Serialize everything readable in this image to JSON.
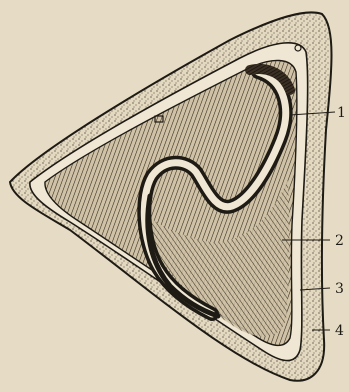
{
  "figure": {
    "background_color": "#e6dcc6",
    "ink_color": "#1e1a14",
    "callouts": [
      {
        "label": "1"
      },
      {
        "label": "2"
      },
      {
        "label": "3"
      },
      {
        "label": "4"
      }
    ]
  }
}
